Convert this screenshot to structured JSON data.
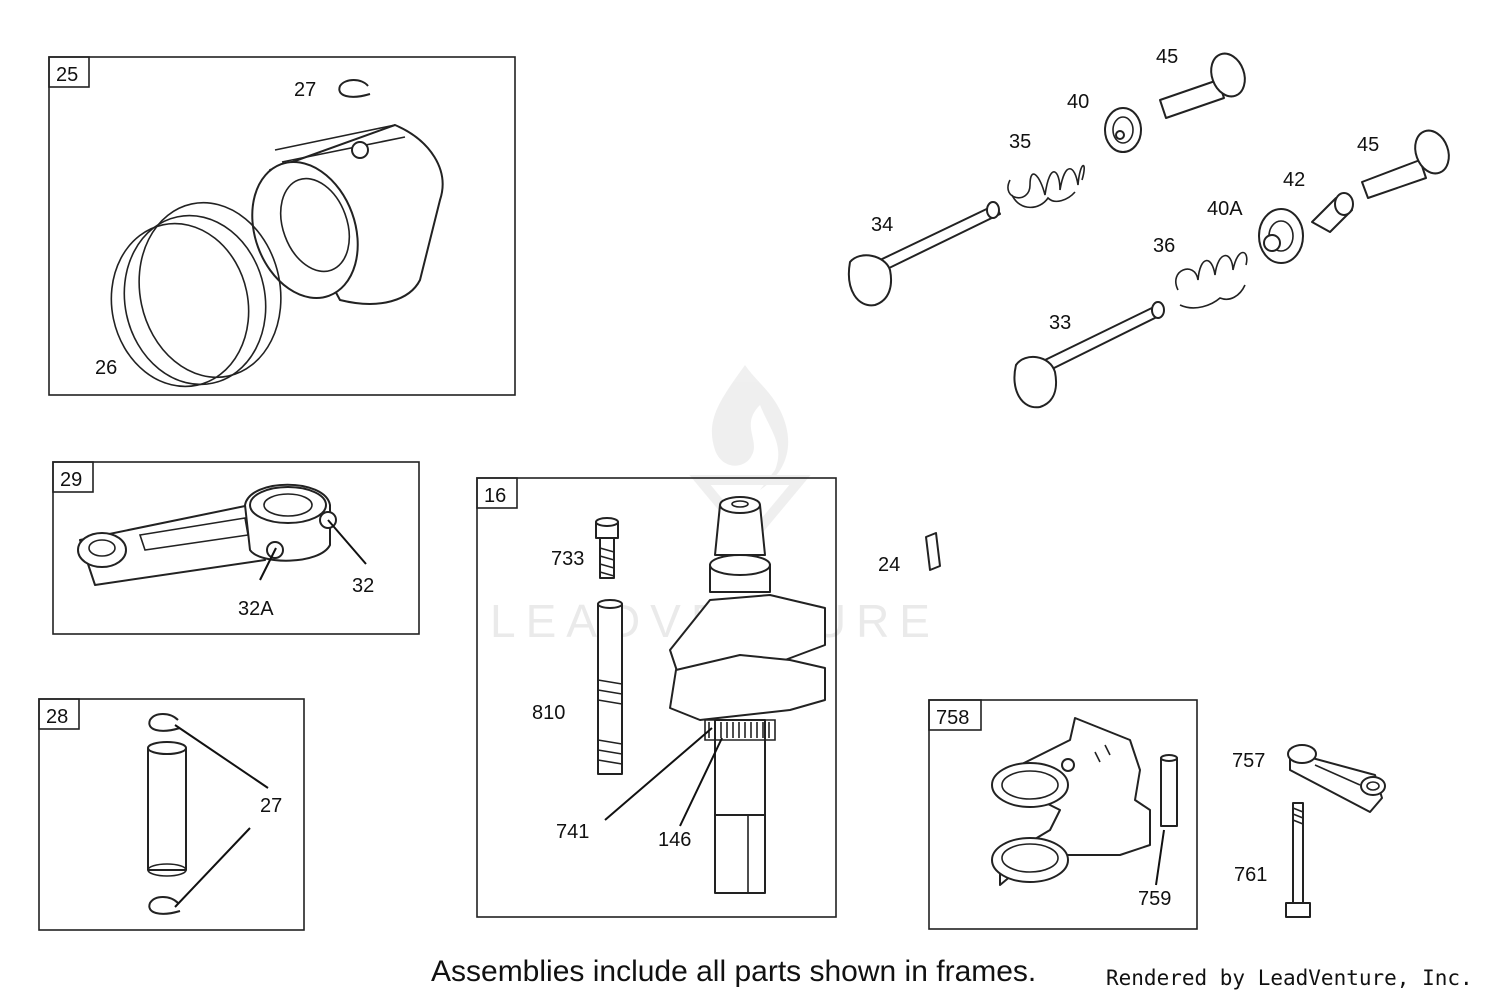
{
  "watermark": {
    "text": "LEADVENTURE"
  },
  "frames": [
    {
      "id": "25",
      "label": "25"
    },
    {
      "id": "29",
      "label": "29"
    },
    {
      "id": "28",
      "label": "28"
    },
    {
      "id": "16",
      "label": "16"
    },
    {
      "id": "758",
      "label": "758"
    }
  ],
  "callouts": {
    "c45a": "45",
    "c40": "40",
    "c35": "35",
    "c34": "34",
    "c45b": "45",
    "c42": "42",
    "c40a": "40A",
    "c36": "36",
    "c33": "33",
    "c27top": "27",
    "c26": "26",
    "c32a": "32A",
    "c32": "32",
    "c27pin": "27",
    "c733": "733",
    "c810": "810",
    "c741": "741",
    "c146": "146",
    "c24": "24",
    "c759": "759",
    "c757": "757",
    "c761": "761"
  },
  "footer": {
    "note": "Assemblies include all parts shown in frames.",
    "credit": "Rendered by LeadVenture, Inc."
  }
}
